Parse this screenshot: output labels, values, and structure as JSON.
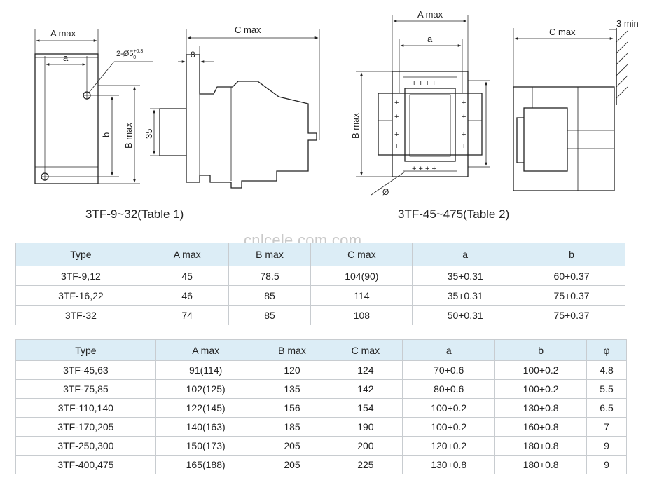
{
  "drawing1": {
    "a_max": "A max",
    "a": "a",
    "hole": "2-Ø5",
    "hole_tol": "+0.3",
    "hole_tol_base": "0",
    "b": "b",
    "b_max": "B max",
    "c_max": "C max",
    "eight": "8",
    "thirty_five": "35",
    "caption": "3TF-9~32(Table 1)"
  },
  "drawing2": {
    "a_max": "A max",
    "a": "a",
    "b_max": "B max",
    "phi": "Ø",
    "c_max": "C max",
    "three_min": "3 min",
    "caption": "3TF-45~475(Table 2)"
  },
  "watermark": "cnlcele.com.com",
  "table1": {
    "headers": [
      "Type",
      "A max",
      "B max",
      "C max",
      "a",
      "b"
    ],
    "rows": [
      [
        "3TF-9,12",
        "45",
        "78.5",
        "104(90)",
        "35+0.31",
        "60+0.37"
      ],
      [
        "3TF-16,22",
        "46",
        "85",
        "114",
        "35+0.31",
        "75+0.37"
      ],
      [
        "3TF-32",
        "74",
        "85",
        "108",
        "50+0.31",
        "75+0.37"
      ]
    ]
  },
  "table2": {
    "headers": [
      "Type",
      "A max",
      "B max",
      "C max",
      "a",
      "b",
      "φ"
    ],
    "rows": [
      [
        "3TF-45,63",
        "91(114)",
        "120",
        "124",
        "70+0.6",
        "100+0.2",
        "4.8"
      ],
      [
        "3TF-75,85",
        "102(125)",
        "135",
        "142",
        "80+0.6",
        "100+0.2",
        "5.5"
      ],
      [
        "3TF-110,140",
        "122(145)",
        "156",
        "154",
        "100+0.2",
        "130+0.8",
        "6.5"
      ],
      [
        "3TF-170,205",
        "140(163)",
        "185",
        "190",
        "100+0.2",
        "160+0.8",
        "7"
      ],
      [
        "3TF-250,300",
        "150(173)",
        "205",
        "200",
        "120+0.2",
        "180+0.8",
        "9"
      ],
      [
        "3TF-400,475",
        "165(188)",
        "205",
        "225",
        "130+0.8",
        "180+0.8",
        "9"
      ]
    ]
  }
}
